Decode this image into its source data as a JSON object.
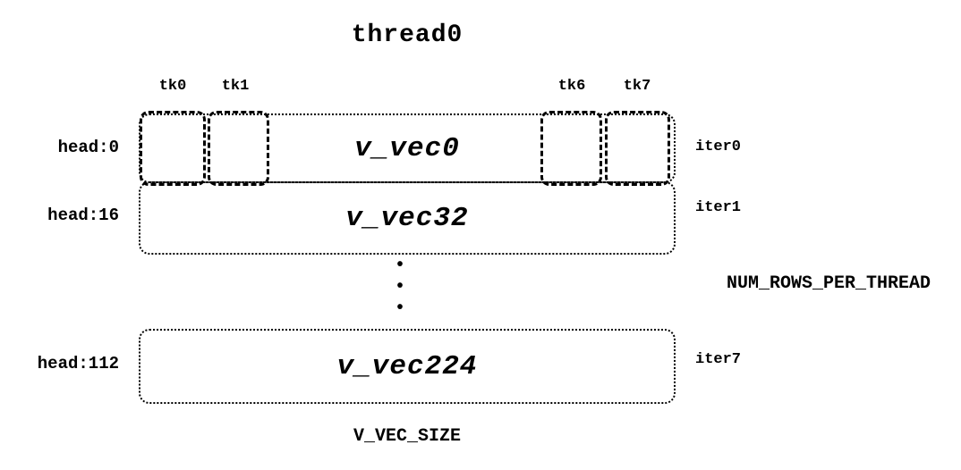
{
  "title": "thread0",
  "tk_labels": [
    "tk0",
    "tk1",
    "tk6",
    "tk7"
  ],
  "rows": [
    {
      "head": "head:0",
      "vec": "v_vec0",
      "iter": "iter0"
    },
    {
      "head": "head:16",
      "vec": "v_vec32",
      "iter": "iter1"
    },
    {
      "head": "head:112",
      "vec": "v_vec224",
      "iter": "iter7"
    }
  ],
  "ellipsis_dot": "•",
  "right_label": "NUM_ROWS_PER_THREAD",
  "bottom_label": "V_VEC_SIZE",
  "colors": {
    "foreground": "#000000",
    "background": "#ffffff"
  }
}
